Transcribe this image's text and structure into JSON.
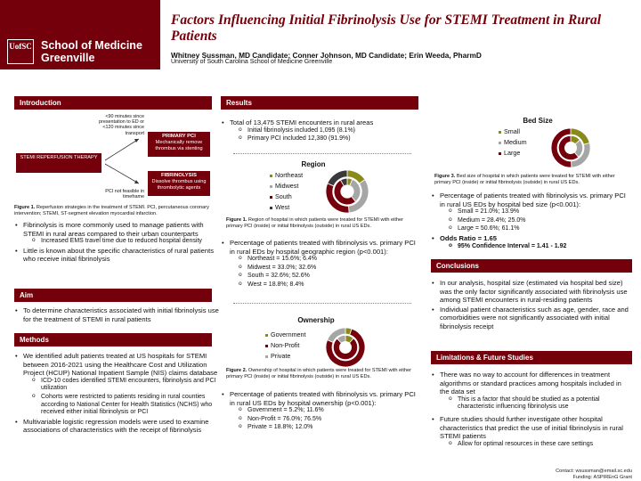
{
  "logo": {
    "mark_line1": "UofSC",
    "mark_line2": "",
    "name": "School of Medicine Greenville"
  },
  "title": "Factors Influencing Initial Fibrinolysis Use for STEMI Treatment in Rural Patients",
  "authors": "Whitney Sussman, MD Candidate; Conner Johnson, MD Candidate; Erin Weeda, PharmD",
  "affiliation": "University of South Carolina School of Medicine Greenville",
  "introduction": {
    "heading": "Introduction",
    "diagram": {
      "left_box": "STEMI REPERFUSION THERAPY",
      "top_note": "<90 minutes since presentation to ED or <120 minutes since transport",
      "bottom_note": "PCI not feasible in timeframe",
      "pci_title": "PRIMARY PCI",
      "pci_desc": "Mechanically remove thrombus via stenting",
      "fib_title": "FIBRINOLYSIS",
      "fib_desc": "Dissolve thrombus using thrombolytic agents"
    },
    "fig_label": "Figure 1.",
    "fig_caption": "Reperfusion strategies in the treatment of STEMI. PCI, percutaneous coronary intervention; STEMI, ST-segment elevation myocardial infarction.",
    "bullet1": "Fibrinolysis is more commonly used to manage patients with STEMI in rural areas compared to their urban counterparts",
    "sub1": "Increased EMS travel time due to reduced hospital density",
    "bullet2": "Little is known about the specific characteristics of rural patients who receive initial fibrinolysis"
  },
  "aim": {
    "heading": "Aim",
    "bullet": "To determine characteristics associated with initial fibrinolysis use for the treatment of STEMI in rural patients"
  },
  "methods": {
    "heading": "Methods",
    "bullet1": "We identified adult patients treated at US hospitals for STEMI between 2016-2021 using the Healthcare Cost and Utilization Project (HCUP) National Inpatient Sample (NIS) claims database",
    "sub1": "ICD-10 codes identified STEMI encounters, fibrinolysis and PCI utilization",
    "sub2": "Cohorts were restricted to patients residing in rural counties according to National Center for Health Statistics (NCHS) who received either initial fibrinolysis or PCI",
    "bullet2": "Multivariable logistic regression models were used to examine associations of characteristics with the receipt of fibrinolysis"
  },
  "results": {
    "heading": "Results",
    "bullet1": "Total of 13,475 STEMI encounters in rural areas",
    "sub1": "Initial fibrinolysis included 1,095 (8.1%)",
    "sub2": "Primary PCI included 12,380 (91.9%)",
    "region_fig_label": "Figure 1.",
    "region_fig_caption": "Region of hospital in which patients were treated for STEMI with either primary PCI (inside) or initial fibrinolysis (outside) in rural US EDs.",
    "region_bullet": "Percentage of patients treated with fibrinolysis vs. primary PCI in rural EDs by hospital geographic region (p<0.001):",
    "region_items": [
      "Northeast = 15.6%; 6.4%",
      "Midwest = 33.0%; 32.6%",
      "South = 32.6%; 52.6%",
      "West = 18.8%; 8.4%"
    ],
    "own_fig_label": "Figure 2.",
    "own_fig_caption": "Ownership of hospital in which patients were treated for STEMI with either primary PCI (inside) or initial fibrinolysis (outside) in rural US EDs.",
    "own_bullet": "Percentage of patients treated with fibrinolysis vs. primary PCI in rural US EDs by hospital ownership (p<0.001):",
    "own_items": [
      "Government = 5.2%; 11.6%",
      "Non-Profit = 76.0%; 76.5%",
      "Private = 18.8%; 12.0%"
    ]
  },
  "bedsize": {
    "fig_label": "Figure 3.",
    "fig_caption": "Bed size of hospital in which patients were treated for STEMI with either primary PCI (inside) or initial fibrinolysis (outside) in rural US EDs.",
    "bullet": "Percentage of patients treated with fibrinolysis vs. primary PCI in rural US EDs by hospital bed size (p<0.001):",
    "items": [
      "Small = 21.0%; 13.9%",
      "Medium = 28.4%; 25.0%",
      "Large = 50.6%; 61.1%"
    ],
    "odds_label": "Odds Ratio = ",
    "odds_value": "1.65",
    "ci_label": "95% Confidence Interval = 1.41 - 1.92"
  },
  "conclusions": {
    "heading": "Conclusions",
    "bullet1": "In our analysis, hospital size (estimated via hospital bed size) was the only factor significantly associated with fibrinolysis use among STEMI encounters in rural-residing patients",
    "bullet2": "Individual patient characteristics such as age, gender, race and comorbidities were not significantly associated with initial fibrinolysis receipt"
  },
  "limitations": {
    "heading": "Limitations & Future Studies",
    "bullet1": "There was no way to account for differences in treatment algorithms or standard practices among hospitals included in the data set",
    "sub1": "This is a factor that should be studied as a potential characteristic influencing fibrinolysis use",
    "bullet2": "Future studies should further investigate other hospital characteristics that predict the use of initial fibrinolysis in rural STEMI patients",
    "sub2": "Allow for optimal resources in these care settings"
  },
  "contact": "Contact: wsussman@email.sc.edu",
  "funding": "Funding: ASPIREnG Grant",
  "colors": {
    "garnet": "#73000a",
    "olive": "#8a8a1a",
    "gray": "#a6a6a6",
    "dark": "#3a3a3a"
  },
  "chart_data": [
    {
      "type": "pie",
      "title": "Region",
      "categories": [
        "Northeast",
        "Midwest",
        "South",
        "West"
      ],
      "series": [
        {
          "name": "Initial fibrinolysis (outside)",
          "values": [
            15.6,
            33.0,
            32.6,
            18.8
          ]
        },
        {
          "name": "Primary PCI (inside)",
          "values": [
            6.4,
            32.6,
            52.6,
            8.4
          ]
        }
      ],
      "colors": [
        "#8a8a1a",
        "#a6a6a6",
        "#73000a",
        "#3a3a3a"
      ],
      "legend": "left"
    },
    {
      "type": "pie",
      "title": "Ownership",
      "categories": [
        "Government",
        "Non-Profit",
        "Private"
      ],
      "series": [
        {
          "name": "Initial fibrinolysis (outside)",
          "values": [
            5.2,
            76.0,
            18.8
          ]
        },
        {
          "name": "Primary PCI (inside)",
          "values": [
            11.6,
            76.5,
            12.0
          ]
        }
      ],
      "colors": [
        "#8a8a1a",
        "#73000a",
        "#a6a6a6"
      ],
      "legend": "left"
    },
    {
      "type": "pie",
      "title": "Bed Size",
      "categories": [
        "Small",
        "Medium",
        "Large"
      ],
      "series": [
        {
          "name": "Initial fibrinolysis (outside)",
          "values": [
            21.0,
            28.4,
            50.6
          ]
        },
        {
          "name": "Primary PCI (inside)",
          "values": [
            13.9,
            25.0,
            61.1
          ]
        }
      ],
      "colors": [
        "#8a8a1a",
        "#a6a6a6",
        "#73000a"
      ],
      "legend": "left"
    }
  ]
}
